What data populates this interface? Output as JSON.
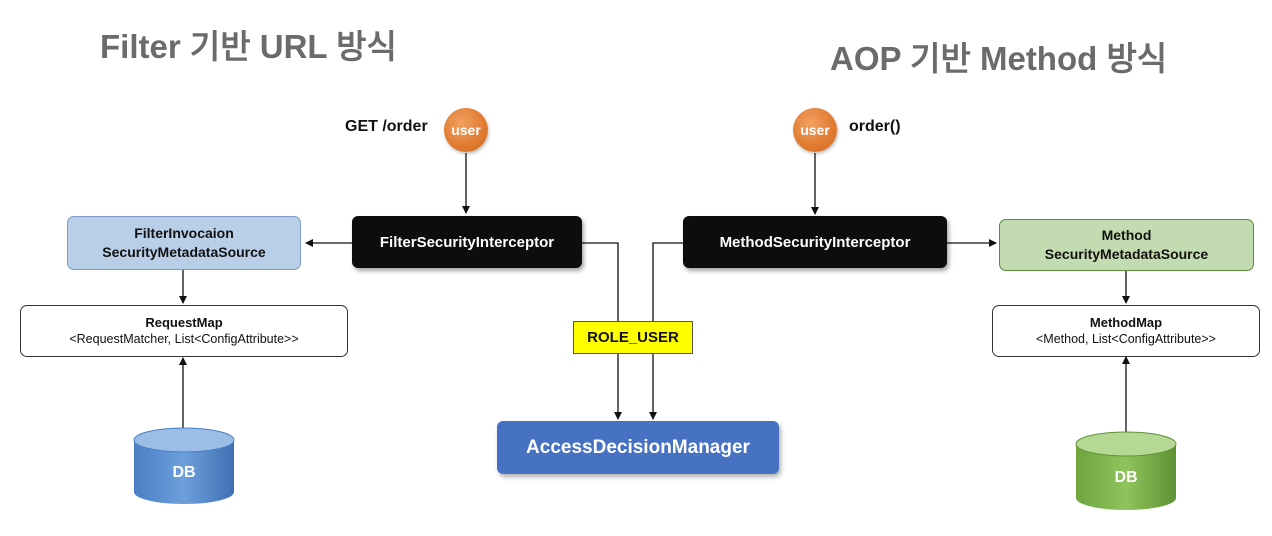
{
  "titles": {
    "left": "Filter 기반 URL 방식",
    "right": "AOP 기반 Method 방식"
  },
  "left": {
    "request_label": "GET /order",
    "user_label": "user",
    "interceptor": "FilterSecurityInterceptor",
    "metadata_source_line1": "FilterInvocaion",
    "metadata_source_line2": "SecurityMetadataSource",
    "map_title": "RequestMap",
    "map_subtitle": "<RequestMatcher, List<ConfigAttribute>>",
    "db_label": "DB"
  },
  "right": {
    "request_label": "order()",
    "user_label": "user",
    "interceptor": "MethodSecurityInterceptor",
    "metadata_source_line1": "Method",
    "metadata_source_line2": "SecurityMetadataSource",
    "map_title": "MethodMap",
    "map_subtitle": "<Method, List<ConfigAttribute>>",
    "db_label": "DB"
  },
  "center": {
    "role_label": "ROLE_USER",
    "access_decision_manager": "AccessDecisionManager"
  },
  "colors": {
    "heading": "#6b6b6b",
    "user_orange": "#e07a30",
    "interceptor_black": "#0d0d0d",
    "metadata_blue": "#b9cfe8",
    "metadata_green": "#c3dbb0",
    "db_blue": "#5b8fd0",
    "db_green": "#7fb34f",
    "adm_blue": "#4772c4",
    "role_yellow": "#ffff00"
  }
}
